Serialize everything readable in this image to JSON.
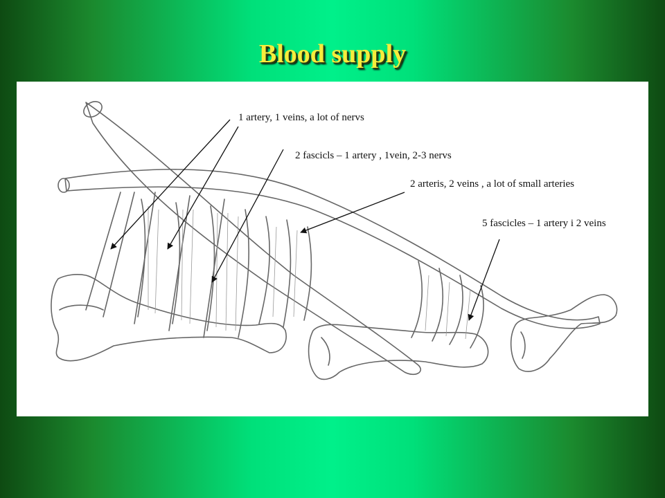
{
  "slide": {
    "title": "Blood supply"
  },
  "labels": {
    "l1": "1 artery, 1 veins, a lot of nervs",
    "l2": "2 fascicls – 1 artery , 1vein, 2-3 nervs",
    "l3": "2 arteris, 2 veins , a lot of small arteries",
    "l4": "5 fascicles – 1 artery i 2 veins"
  },
  "colors": {
    "title": "#f6ec3c",
    "background_center": "#00f08a",
    "background_edge": "#0e4a12",
    "panel": "#ffffff",
    "ink": "#555555"
  }
}
